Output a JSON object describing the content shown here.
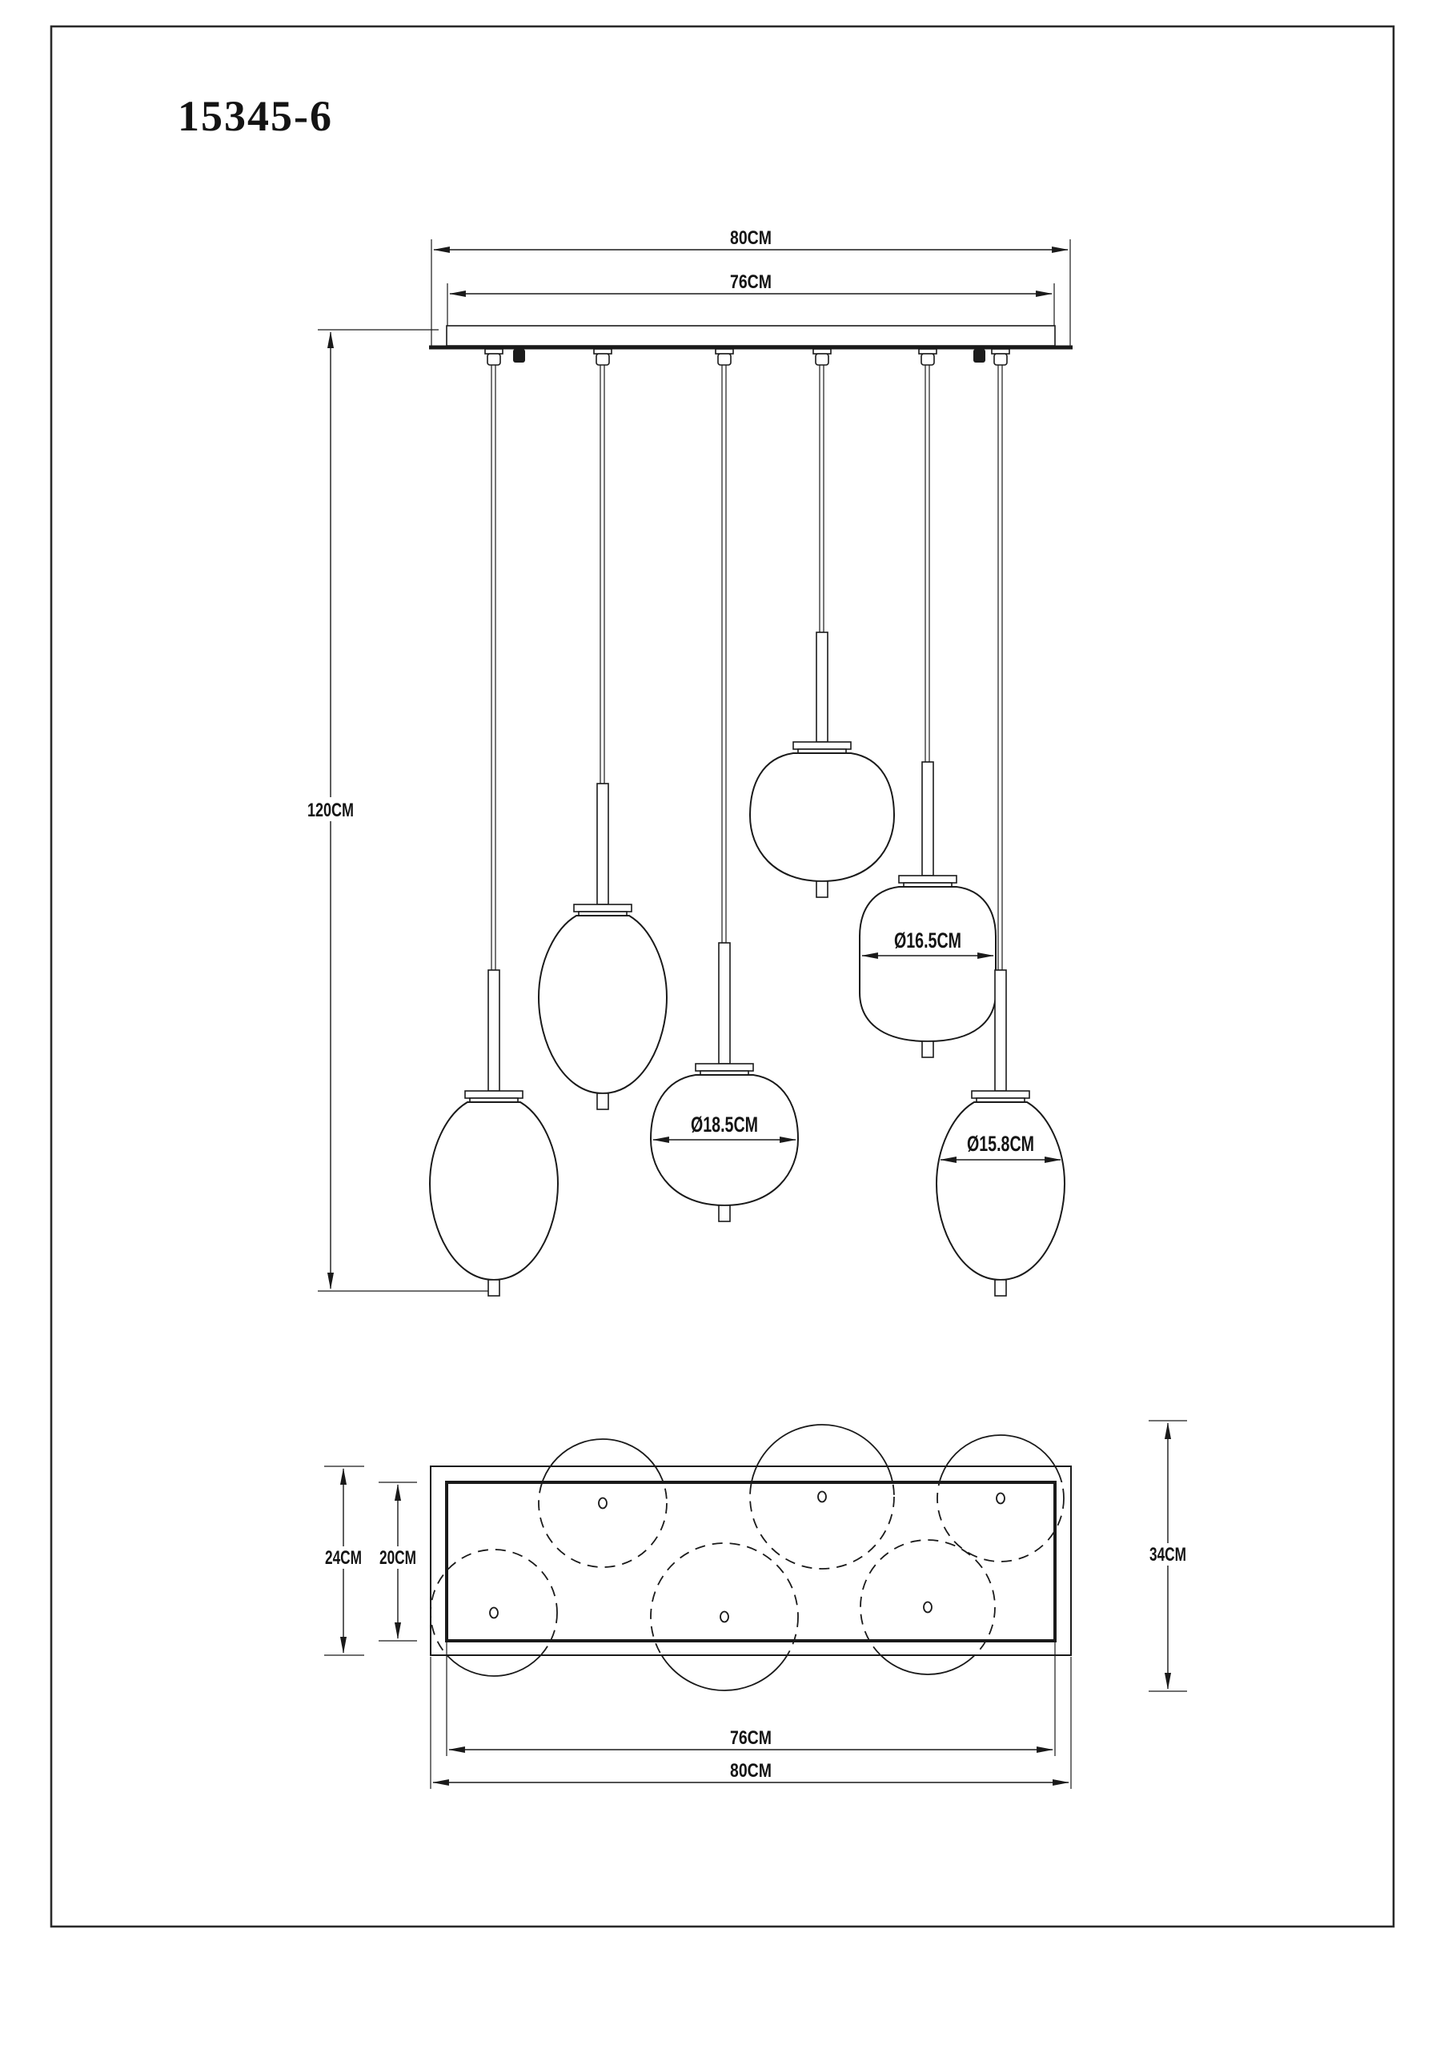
{
  "title": "15345-6",
  "front_view": {
    "canopy_width_label": "80CM",
    "canopy_inner_width_label": "76CM",
    "drop_height_label": "120CM",
    "shade_diameter_labels": {
      "lamp3": "Ø18.5CM",
      "lamp5": "Ø16.5CM",
      "lamp6": "Ø15.8CM"
    }
  },
  "top_view": {
    "depth_outer_label": "24CM",
    "depth_inner_label": "20CM",
    "overall_depth_label": "34CM",
    "width_inner_label": "76CM",
    "width_outer_label": "80CM"
  },
  "colors": {
    "line": "#1a1a1a",
    "background": "#ffffff"
  }
}
